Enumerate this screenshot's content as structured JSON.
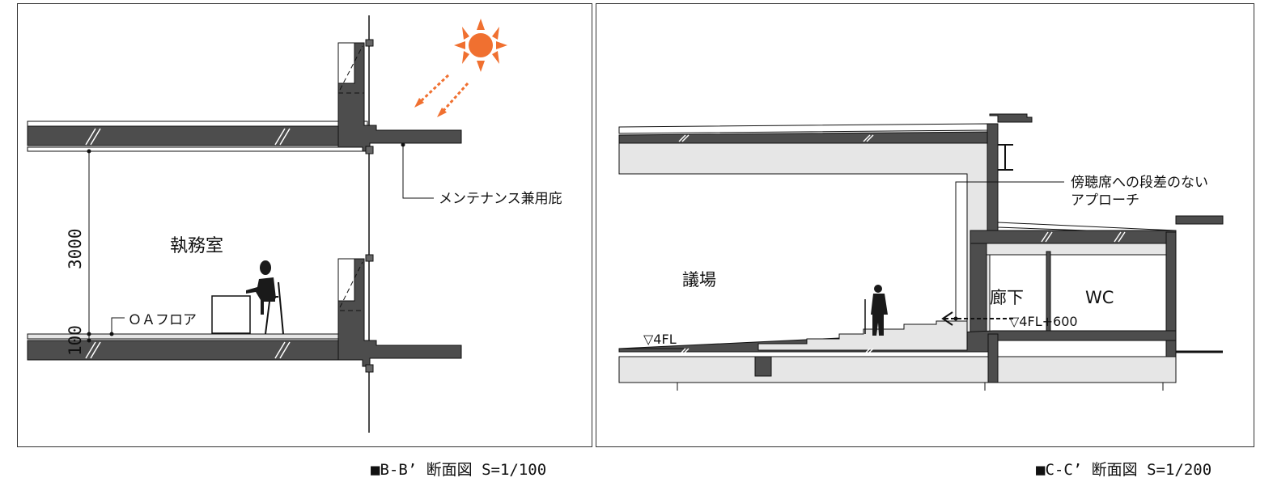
{
  "section_bb": {
    "room_label": "執務室",
    "dim_height": "3000",
    "dim_floor": "100",
    "oa_floor_label": "ＯＡフロア",
    "eave_label": "メンテナンス兼用庇",
    "caption": "■B-B’ 断面図 S=1/100"
  },
  "section_cc": {
    "assembly_label": "議場",
    "corridor_label": "廊下",
    "wc_label": "WC",
    "floor_label": "▽4FL",
    "floor_plus_label": "▽4FL+600",
    "approach_line1": "傍聴席への段差のない",
    "approach_line2": "アプローチ",
    "caption": "■C-C’ 断面図 S=1/200"
  },
  "colors": {
    "concrete": "#4d4d4d",
    "light_fill": "#e6e6e6",
    "sun": "#f07030",
    "line": "#111111"
  }
}
